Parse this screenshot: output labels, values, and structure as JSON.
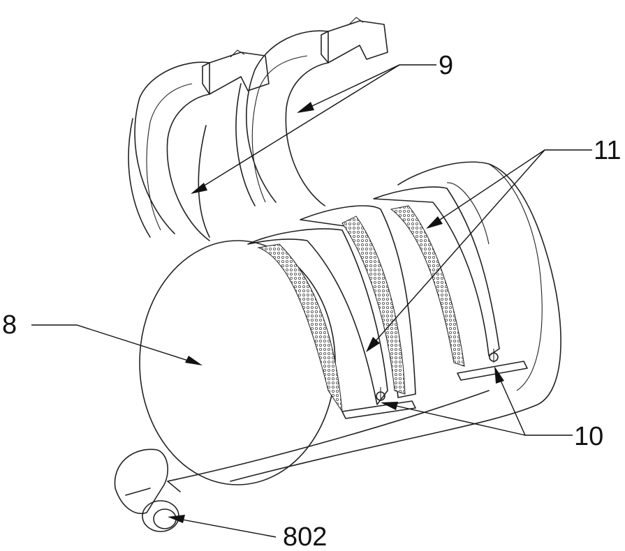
{
  "callouts": {
    "label_8": "8",
    "label_802": "802",
    "label_9": "9",
    "label_10": "10",
    "label_11": "11"
  },
  "colors": {
    "line": "#222222",
    "background": "#ffffff",
    "mesh": "#444444"
  }
}
